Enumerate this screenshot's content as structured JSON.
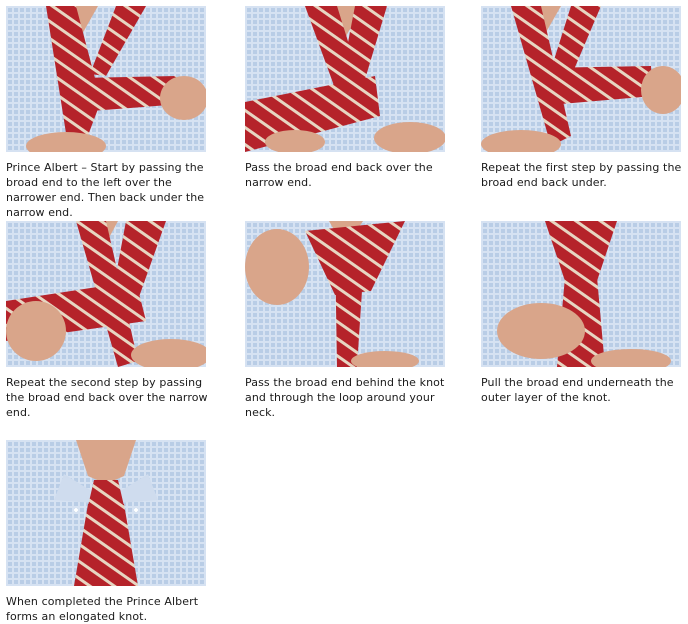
{
  "steps": [
    {
      "caption": "Prince Albert – Start by passing the broad end to the left over the narrower end. Then back under the narrow end.",
      "image": "tie-step-1-photo"
    },
    {
      "caption": "Pass the broad end back over the narrow end.",
      "image": "tie-step-2-photo"
    },
    {
      "caption": "Repeat the first step by passing the broad end back under.",
      "image": "tie-step-3-photo"
    },
    {
      "caption": "Repeat the second step by passing the broad end back over the narrow end.",
      "image": "tie-step-4-photo"
    },
    {
      "caption": "Pass the broad end behind the knot and through the loop around your neck.",
      "image": "tie-step-5-photo"
    },
    {
      "caption": "Pull the broad end underneath the outer layer of the knot.",
      "image": "tie-step-6-photo"
    },
    {
      "caption": "When completed the Prince Albert forms an elongated knot.",
      "image": "tie-step-7-photo"
    }
  ],
  "colors": {
    "shirt": "#b9cde6",
    "shirt_check": "#d6e2f2",
    "tie": "#b5232a",
    "tie_stripe": "#e7d6c2",
    "skin": "#d9a58a"
  }
}
